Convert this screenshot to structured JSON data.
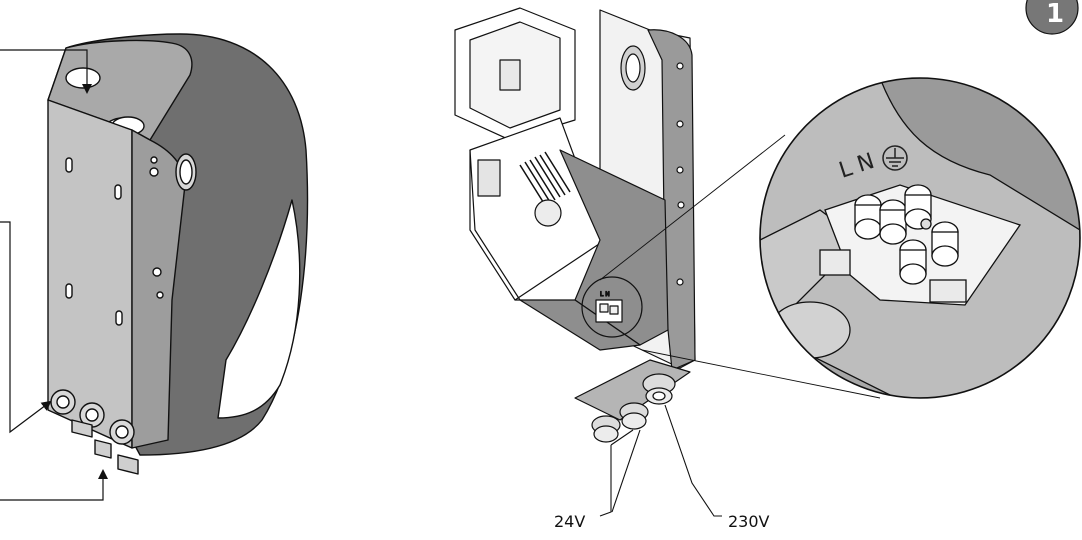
{
  "badge": {
    "text": "1"
  },
  "labels": {
    "low_voltage": "24V",
    "mains_voltage": "230V"
  },
  "terminal_markings": {
    "line": "L",
    "neutral": "N"
  },
  "icons": {
    "earth": "earth-ground-icon"
  },
  "colors": {
    "housing_dark": "#6b6b6b",
    "housing_mid": "#8c8c8c",
    "plate_light": "#b9b9b9",
    "plate_lighter": "#cfcfcf",
    "line": "#111111",
    "badge": "#777777"
  }
}
